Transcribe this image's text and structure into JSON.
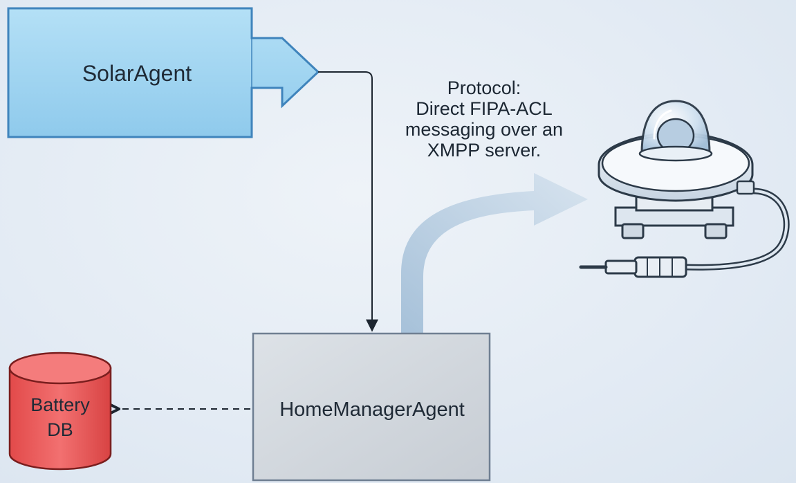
{
  "nodes": {
    "solar_agent": {
      "label": "SolarAgent"
    },
    "home_manager_agent": {
      "label": "HomeManagerAgent"
    },
    "battery_db": {
      "line1": "Battery",
      "line2": "DB"
    }
  },
  "protocol_note": {
    "line1": "Protocol:",
    "line2": "Direct FIPA-ACL",
    "line3": "messaging over an",
    "line4": "XMPP server."
  },
  "colors": {
    "solar_fill": "#9fd3ef",
    "solar_stroke": "#3f84bc",
    "home_fill": "#d4d9df",
    "home_stroke": "#6f7f92",
    "db_fill": "#ef5b5b",
    "db_stroke": "#7a1e1e",
    "sensor_accent": "#8fb7da"
  },
  "icons": {
    "sensor": "pyranometer-sensor-icon"
  }
}
